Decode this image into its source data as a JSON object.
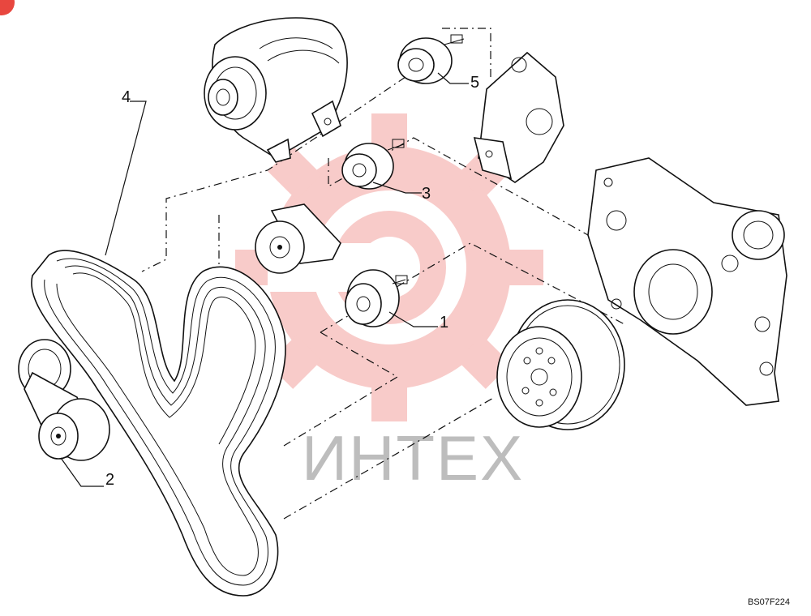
{
  "callouts": [
    {
      "id": "1",
      "label": "1"
    },
    {
      "id": "2",
      "label": "2"
    },
    {
      "id": "3",
      "label": "3"
    },
    {
      "id": "4",
      "label": "4"
    },
    {
      "id": "5",
      "label": "5"
    }
  ],
  "watermark": {
    "text": "ИНТЕХ",
    "color": "#e8473f"
  },
  "figure_code": "BS07F224"
}
